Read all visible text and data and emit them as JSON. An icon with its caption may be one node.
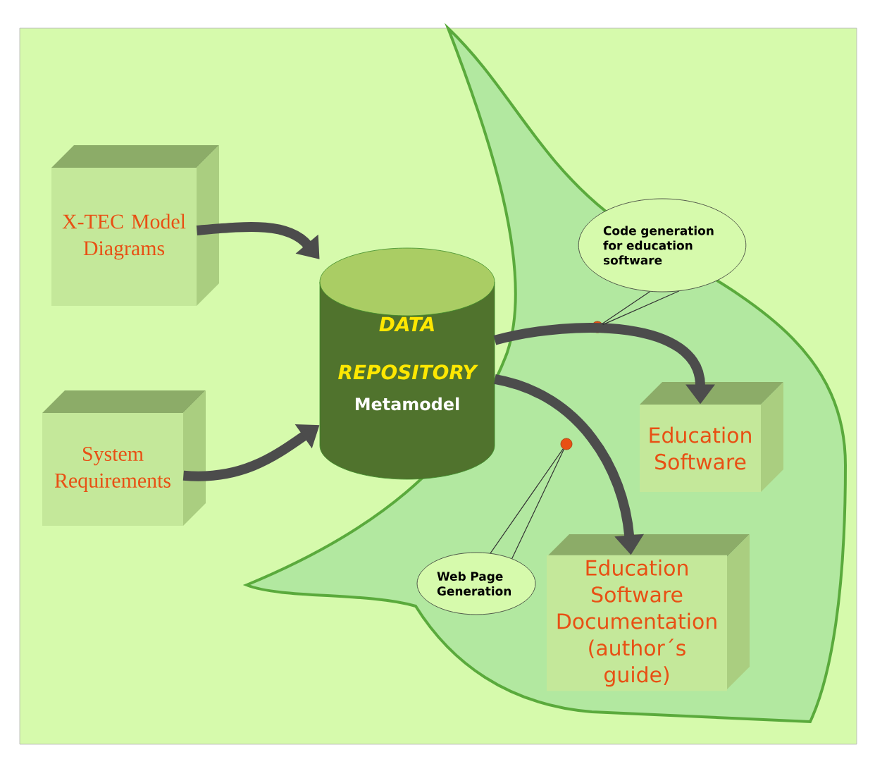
{
  "diagram": {
    "nodes": [
      {
        "text": [
          "X-TEC Model Diagrams"
        ]
      },
      {
        "text": [
          "System Requirements"
        ]
      },
      {
        "text": [
          "DATA REPOSITORY",
          "Metamodel"
        ]
      },
      {
        "text": [
          "Code generation for education software"
        ]
      },
      {
        "text": [
          "Education Software"
        ]
      },
      {
        "text": [
          "Web Page Generation"
        ]
      },
      {
        "text": [
          "Education Software Documentation (author´s guide)"
        ]
      },
      {
        "text": [],
        "shape": "circle"
      },
      {
        "text": [],
        "shape": "circle"
      }
    ],
    "edges": [
      {
        "from": 0,
        "to": 2,
        "arrow": "to"
      },
      {
        "from": 1,
        "to": 2,
        "arrow": "to"
      },
      {
        "from": 2,
        "to": 4,
        "arrow": "to"
      },
      {
        "from": 2,
        "to": 6,
        "arrow": "to"
      },
      {
        "from": 3,
        "to": 7,
        "arrow": "none"
      },
      {
        "from": 5,
        "to": 8,
        "arrow": "none"
      }
    ]
  }
}
